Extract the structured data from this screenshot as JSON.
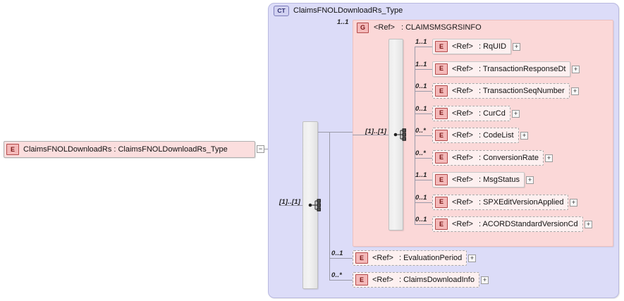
{
  "diagram": {
    "type": "xsd-schema-diagram",
    "root_element": {
      "badge": "E",
      "label": "ClaimsFNOLDownloadRs : ClaimsFNOLDownloadRs_Type",
      "expander": "−"
    },
    "complex_type": {
      "badge": "CT",
      "title": "ClaimsFNOLDownloadRs_Type",
      "occurrence": "[1]..[1]"
    },
    "group": {
      "badge": "G",
      "ref": "<Ref>",
      "name": ": CLAIMSMSGRSINFO",
      "occurrence": "1..1",
      "inner_occurrence": "[1]..[1]"
    },
    "group_children": [
      {
        "badge": "E",
        "ref": "<Ref>",
        "name": ": RqUID",
        "occurrence": "1..1",
        "optional": false,
        "expander": "+"
      },
      {
        "badge": "E",
        "ref": "<Ref>",
        "name": ": TransactionResponseDt",
        "occurrence": "1..1",
        "optional": false,
        "expander": "+"
      },
      {
        "badge": "E",
        "ref": "<Ref>",
        "name": ": TransactionSeqNumber",
        "occurrence": "0..1",
        "optional": true,
        "expander": "+"
      },
      {
        "badge": "E",
        "ref": "<Ref>",
        "name": ": CurCd",
        "occurrence": "0..1",
        "optional": true,
        "expander": "+"
      },
      {
        "badge": "E",
        "ref": "<Ref>",
        "name": ": CodeList",
        "occurrence": "0..*",
        "optional": true,
        "expander": "+"
      },
      {
        "badge": "E",
        "ref": "<Ref>",
        "name": ": ConversionRate",
        "occurrence": "0..*",
        "optional": true,
        "expander": "+"
      },
      {
        "badge": "E",
        "ref": "<Ref>",
        "name": ": MsgStatus",
        "occurrence": "1..1",
        "optional": false,
        "expander": "+"
      },
      {
        "badge": "E",
        "ref": "<Ref>",
        "name": ": SPXEditVersionApplied",
        "occurrence": "0..1",
        "optional": true,
        "expander": "+"
      },
      {
        "badge": "E",
        "ref": "<Ref>",
        "name": ": ACORDStandardVersionCd",
        "occurrence": "0..1",
        "optional": true,
        "expander": "+"
      }
    ],
    "type_children": [
      {
        "badge": "E",
        "ref": "<Ref>",
        "name": ": EvaluationPeriod",
        "occurrence": "0..1",
        "optional": true,
        "expander": "+"
      },
      {
        "badge": "E",
        "ref": "<Ref>",
        "name": ": ClaimsDownloadInfo",
        "occurrence": "0..*",
        "optional": true,
        "expander": "+"
      }
    ],
    "colors": {
      "type_background": "#dcdcf8",
      "group_background": "#fbd8d8",
      "element_background": "#fdf0f0",
      "badge_red": "#f4b9b9",
      "badge_blue": "#d2d2f2",
      "connector": "#9a9aa8"
    }
  }
}
